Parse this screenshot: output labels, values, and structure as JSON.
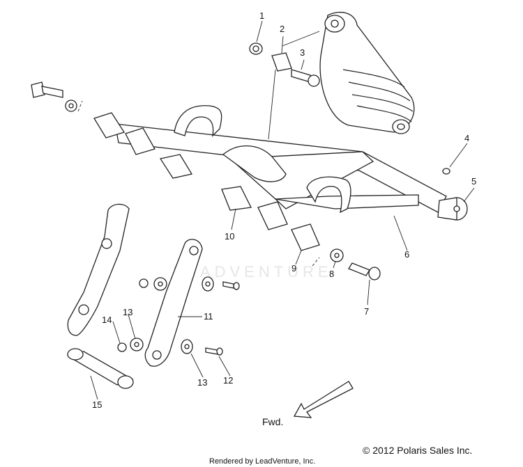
{
  "diagram": {
    "callouts": [
      "1",
      "2",
      "3",
      "4",
      "5",
      "6",
      "7",
      "8",
      "9",
      "10",
      "11",
      "12",
      "13",
      "13",
      "14",
      "15"
    ],
    "forward_label": "Fwd.",
    "copyright": "© 2012 Polaris Sales Inc.",
    "rendered_by": "Rendered by LeadVenture, Inc.",
    "watermark": "LEADVENTURE"
  }
}
